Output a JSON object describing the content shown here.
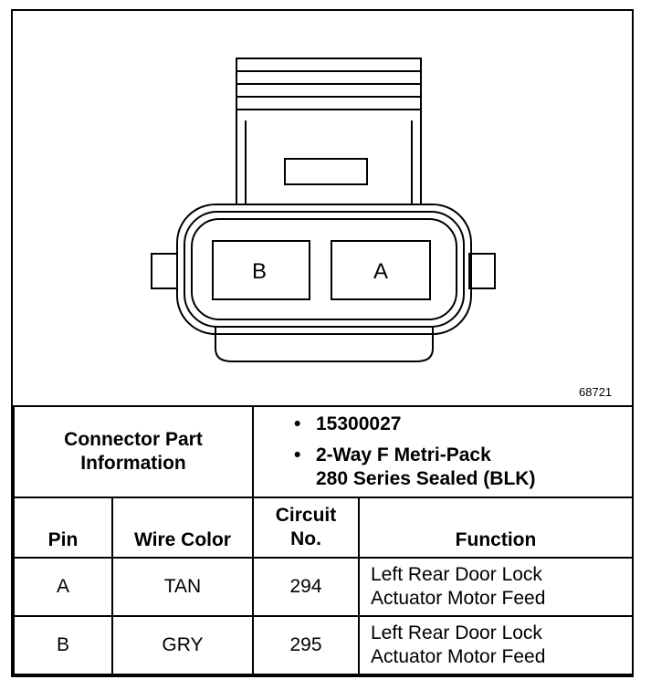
{
  "diagram": {
    "pins": [
      "B",
      "A"
    ],
    "figure_number": "68721"
  },
  "connector_info": {
    "label_line1": "Connector Part",
    "label_line2": "Information",
    "part_number": "15300027",
    "description_line1": "2-Way F Metri-Pack",
    "description_line2": "280 Series Sealed (BLK)"
  },
  "table": {
    "headers": {
      "pin": "Pin",
      "wire_color": "Wire Color",
      "circuit_line1": "Circuit",
      "circuit_line2": "No.",
      "function": "Function"
    },
    "rows": [
      {
        "pin": "A",
        "wire_color": "TAN",
        "circuit": "294",
        "function_line1": "Left Rear Door Lock",
        "function_line2": "Actuator Motor Feed"
      },
      {
        "pin": "B",
        "wire_color": "GRY",
        "circuit": "295",
        "function_line1": "Left Rear Door Lock",
        "function_line2": "Actuator Motor Feed"
      }
    ]
  }
}
